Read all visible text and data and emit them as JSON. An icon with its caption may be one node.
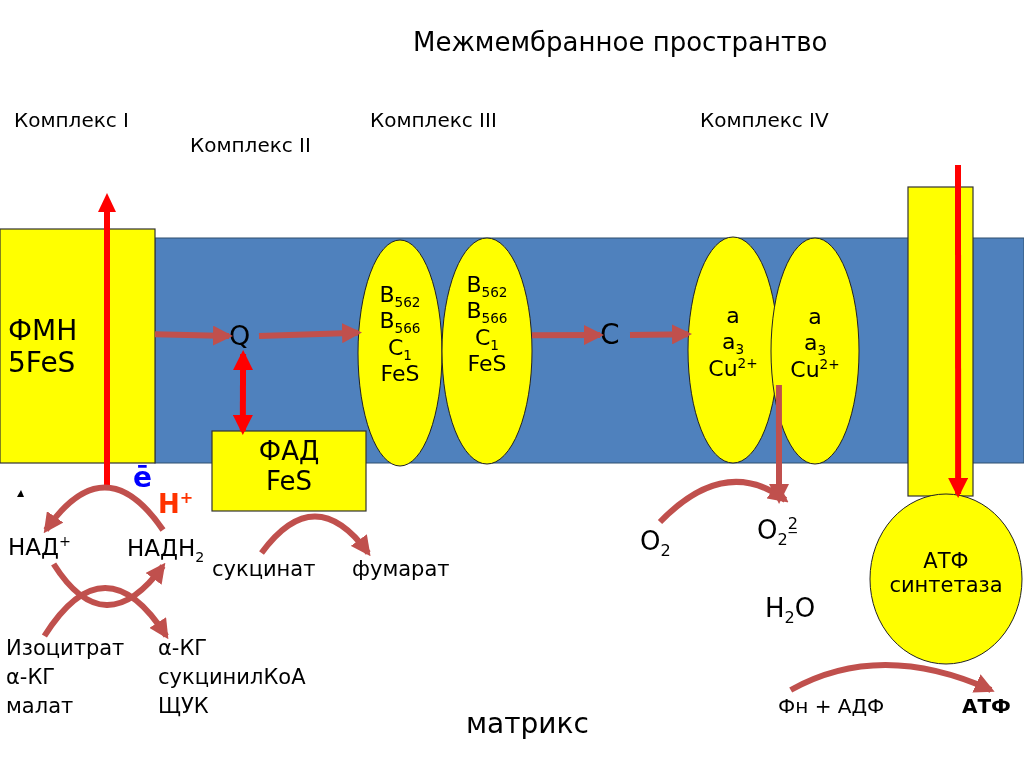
{
  "diagram": {
    "title": "Межмембранное пространтво",
    "nodes": [
      {
        "text": [
          "ФМН 5FeS"
        ]
      },
      {
        "text": [
          "Q"
        ]
      },
      {
        "text": [
          "ФАД FeS"
        ]
      },
      {
        "text": [
          "B$_{562}$ B$_{566}$ C$_{1}$ FeS"
        ]
      },
      {
        "text": [
          "B$_{562}$ B$_{566}$ C$_{1}$ FeS"
        ]
      },
      {
        "text": [
          "C"
        ]
      },
      {
        "text": [
          "a a$_{3}$ Cu$^{2+}$"
        ]
      },
      {
        "text": [
          "a a$_{3}$ Cu$^{2+}$"
        ]
      },
      {
        "text": [],
        "shape": "box"
      },
      {
        "text": [
          "АТФ синтетаза"
        ]
      },
      {
        "text": [
          "НАД$^{+}$"
        ]
      },
      {
        "text": [
          "НАДН$_{2}$"
        ]
      },
      {
        "text": [
          "Изоцитрат",
          "α-КГ",
          "малат"
        ]
      },
      {
        "text": [
          "α-КГ",
          "сукцинилКоА",
          "ЩУК"
        ]
      },
      {
        "text": [
          "сукцинат"
        ]
      },
      {
        "text": [
          "фумарат"
        ]
      },
      {
        "text": [
          "O$_{2}$"
        ]
      },
      {
        "text": [
          "O$_{2}$$^{2̲}$"
        ]
      },
      {
        "text": [
          "Фн + АДФ"
        ]
      },
      {
        "text": [
          "АТФ"
        ]
      }
    ],
    "edges": [
      {
        "from": 0,
        "to": 1,
        "arrow": "to"
      },
      {
        "from": 1,
        "to": 3,
        "arrow": "to"
      },
      {
        "from": 1,
        "to": 2,
        "arrow": "both",
        "color": "#ff0000"
      },
      {
        "from": 4,
        "to": 5,
        "arrow": "to"
      },
      {
        "from": 5,
        "to": 6,
        "arrow": "to"
      },
      {
        "from": 7,
        "to": 17,
        "arrow": "to"
      },
      {
        "from": 11,
        "to": 10,
        "arrow": "to"
      },
      {
        "from": 10,
        "to": 11,
        "arrow": "to"
      },
      {
        "from": 12,
        "to": 13,
        "arrow": "to"
      },
      {
        "from": 14,
        "to": 15,
        "arrow": "to"
      },
      {
        "from": 16,
        "to": 17,
        "arrow": "to"
      },
      {
        "from": 18,
        "to": 19,
        "arrow": "to"
      },
      {
        "from": null,
        "to": 9,
        "arrow": "to",
        "color": "#ff0000"
      }
    ],
    "labels": [
      "Комплекс I",
      "Комплекс II",
      "Комплекс III",
      "Комплекс IV",
      "ē",
      "H$^{+}$",
      "H$_{2}$O",
      "матрикс"
    ]
  }
}
